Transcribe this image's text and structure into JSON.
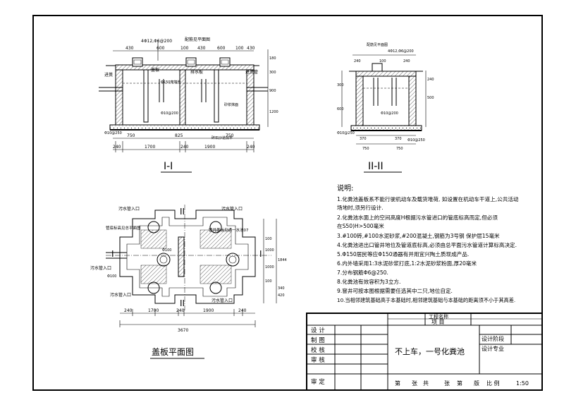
{
  "section1": {
    "title": "I-I",
    "rebar_top": "4Φ12,Φ6@200",
    "rebar_note": "配筋见平面图",
    "dims_top": [
      "430",
      "600",
      "100",
      "430",
      "600",
      "100",
      "430"
    ],
    "dims_right": [
      "180",
      "300",
      "900",
      "1200"
    ],
    "labels": {
      "cover": "盖板",
      "fill": "进粪",
      "riser": "排水板",
      "pipe": "Φ150穿墙管",
      "inlet": "进粪管",
      "mortar": "砂浆抹面",
      "ground": "碎石沙道找平",
      "rebar_slab": "Φ10@200",
      "rebar_floor": "Φ10@250"
    },
    "dims_bottom1": [
      "750",
      "825",
      "750"
    ],
    "dims_bottom2": [
      "240",
      "1700",
      "240",
      "1900",
      "240"
    ]
  },
  "section2": {
    "title": "II-II",
    "rebar_top": "4Φ12,Φ6@200",
    "rebar_note": "配筋见平面图",
    "dims_top": [
      "240",
      "100",
      "240"
    ],
    "dims_left": [
      "300",
      "600"
    ],
    "dims_right": [
      "240",
      "500"
    ],
    "rebar_slab": "Φ10@200",
    "rebar_floor": "Φ10@250",
    "rebar_right": "Φ10@250",
    "dims_bottom1": [
      "370",
      "370"
    ],
    "dims_bottom2": [
      "750",
      "750"
    ]
  },
  "plan": {
    "title": "盖板平面图",
    "cut_marks": {
      "ii": "II",
      "i": "I"
    },
    "labels": {
      "outlet_tl": "污水管入口",
      "outlet_tr": "污水管入口",
      "overflow": "管底标高见总平面图",
      "vent": "管井盖板见通一水池07",
      "inlet_l": "污水管入口",
      "inlet_bl": "污水管入口",
      "inlet_br": "污水管入口",
      "rebar": "Φ100",
      "pipe_left": "Φ100"
    },
    "dims_bottom1": [
      "240",
      "1700",
      "240",
      "1900",
      "240"
    ],
    "dims_total": "3670",
    "dims_right": [
      "100",
      "1000",
      "1000",
      "1844",
      "100",
      "340",
      "420"
    ]
  },
  "notes": {
    "heading": "说明:",
    "items": [
      "1.化粪池盖板系不能行驶机动车及载货堆荷, 如设置在机动车干道上,公共活动",
      "   场地时,须另行设计.",
      "2.化粪池水面上的空间高度H根据污水管进口的管底标高而定,但必须",
      "   在S50)H>500毫米",
      "3.#100砖,#100水泥砂浆,#200混凝土,钢筋为3号钢 保护层15毫米",
      "4.化粪池进出口管井地位及管道底标高,必须由总平面污水管道计算标高决定.",
      "5.Φ150居民等应Φ150通器有并用宜兴陶土质现成产品.",
      "6.内外墙采用1:3水泥砂浆打底,1:2水泥砂浆粉面,厚20毫米",
      "7.分布钢筋Φ6@250.",
      "8.化粪池有效容积为3立方.",
      "9.窨井可按本图根据需要任选其中二只,地位自定.",
      "10.当相邻建筑基础高于本基础时,相邻建筑基础与本基础的距离须不小于其高差."
    ]
  },
  "titleblock": {
    "project_name_label": "工程名称",
    "item_label": "项   目",
    "rows": [
      "设  计",
      "制  图",
      "校  核",
      "审  核",
      "审  定"
    ],
    "drawing_title": "不上车，一号化粪池",
    "stage_label": "设计阶段",
    "discipline_label": "设计专业",
    "footer": [
      "第",
      "张",
      "共",
      "张",
      "第",
      "版",
      "比  例"
    ],
    "scale": "1:50"
  }
}
